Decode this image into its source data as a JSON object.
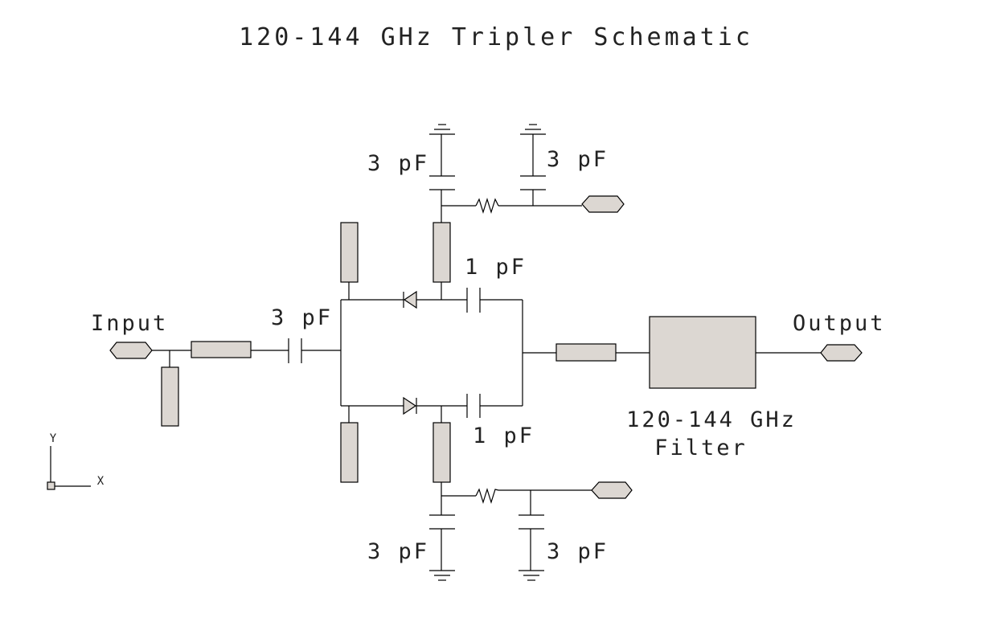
{
  "title": "120-144 GHz Tripler Schematic",
  "labels": {
    "input": "Input",
    "output": "Output",
    "input_cap": "3 pF",
    "top_diode_cap": "1 pF",
    "bottom_diode_cap": "1 pF",
    "top_bias_cap_left": "3 pF",
    "top_bias_cap_right": "3 pF",
    "bottom_bias_cap_left": "3 pF",
    "bottom_bias_cap_right": "3 pF",
    "filter_line1": "120-144 GHz",
    "filter_line2": "Filter"
  },
  "ucs": {
    "x_label": "X",
    "y_label": "Y"
  },
  "components": [
    {
      "type": "port",
      "name": "Input"
    },
    {
      "type": "transmission-line-stub",
      "name": "input-shunt-stub"
    },
    {
      "type": "transmission-line",
      "name": "input-series-line"
    },
    {
      "type": "capacitor",
      "name": "input-dc-block",
      "value": "3 pF"
    },
    {
      "type": "diode",
      "name": "top-diode"
    },
    {
      "type": "diode",
      "name": "bottom-diode"
    },
    {
      "type": "capacitor",
      "name": "top-diode-cap",
      "value": "1 pF"
    },
    {
      "type": "capacitor",
      "name": "bottom-diode-cap",
      "value": "1 pF"
    },
    {
      "type": "resistor",
      "name": "top-bias-resistor"
    },
    {
      "type": "resistor",
      "name": "bottom-bias-resistor"
    },
    {
      "type": "port",
      "name": "top-bias-port"
    },
    {
      "type": "port",
      "name": "bottom-bias-port"
    },
    {
      "type": "transmission-line",
      "name": "output-line"
    },
    {
      "type": "filter",
      "name": "120-144 GHz Filter"
    },
    {
      "type": "port",
      "name": "Output"
    }
  ],
  "colors": {
    "component_fill": "#dcd7d2",
    "wire": "#000000",
    "text": "#222222",
    "background": "#ffffff"
  }
}
